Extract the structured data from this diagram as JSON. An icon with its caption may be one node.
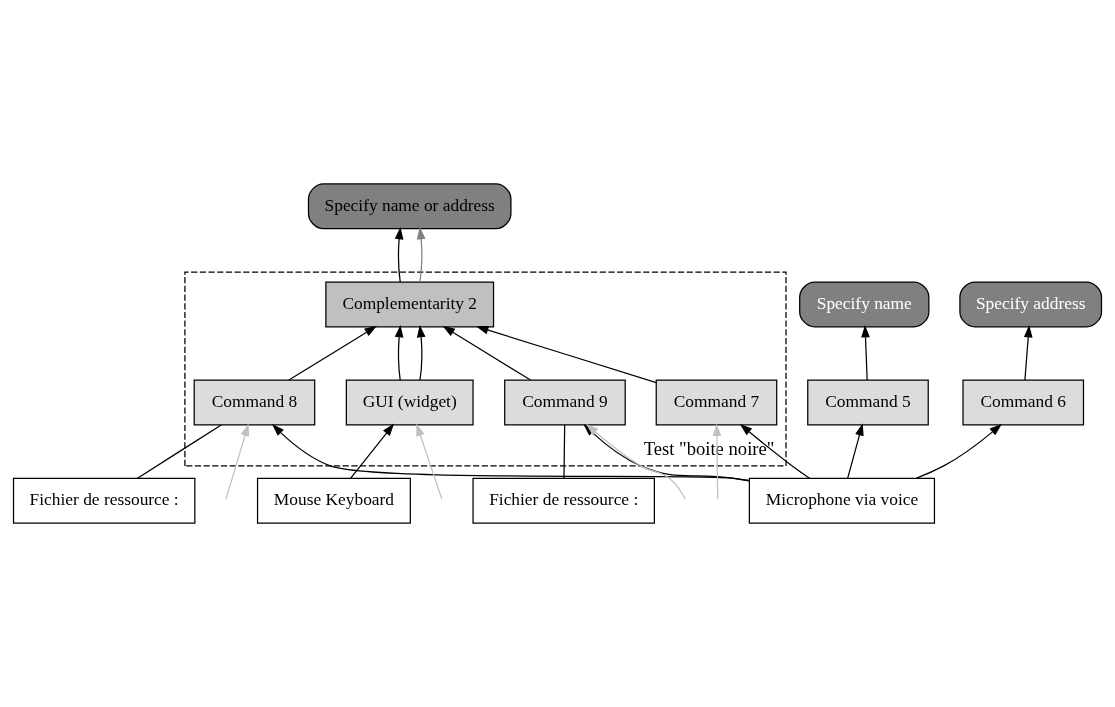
{
  "diagram": {
    "nodes": [
      {
        "text": [
          "Specify name"
        ]
      },
      {
        "text": [
          "Specify address"
        ]
      },
      {
        "text": [
          "Specify name or address"
        ]
      },
      {
        "text": [
          "Test \"boite noire\""
        ]
      },
      {
        "text": [
          "Complementarity 2"
        ],
        "in": 3
      },
      {
        "text": [
          "Command 5"
        ]
      },
      {
        "text": [
          "Command 6"
        ]
      },
      {
        "text": [
          "Command 7"
        ],
        "in": 3
      },
      {
        "text": [
          "Command 8"
        ],
        "in": 3
      },
      {
        "text": [
          "Command 9"
        ],
        "in": 3
      },
      {
        "text": [
          "GUI (widget)"
        ],
        "in": 3
      },
      {
        "text": [
          "Fichier de ressource :"
        ]
      },
      {
        "text": [
          "Fichier de ressource :"
        ]
      },
      {
        "text": [
          "Microphone via voice"
        ]
      },
      {
        "text": [
          "Mouse Keyboard"
        ]
      }
    ],
    "edges": [
      {
        "from": 5,
        "to": 0,
        "arrow": "to"
      },
      {
        "from": 6,
        "to": 1,
        "arrow": "to"
      },
      {
        "from": 4,
        "to": 2,
        "arrow": "to"
      },
      {
        "from": 4,
        "to": 2,
        "arrow": "to",
        "color": "#808080"
      },
      {
        "from": 7,
        "to": 4,
        "arrow": "to"
      },
      {
        "from": 8,
        "to": 4,
        "arrow": "to"
      },
      {
        "from": 9,
        "to": 4,
        "arrow": "to"
      },
      {
        "from": 10,
        "to": 4,
        "arrow": "to"
      },
      {
        "from": 10,
        "to": 4,
        "arrow": "to"
      },
      {
        "from": 13,
        "to": 5,
        "arrow": "to"
      },
      {
        "from": 13,
        "to": 6,
        "arrow": "to"
      },
      {
        "from": 13,
        "to": 7,
        "arrow": "to"
      },
      {
        "from": 13,
        "to": 8,
        "arrow": "to"
      },
      {
        "from": 13,
        "to": 9,
        "arrow": "to"
      },
      {
        "from": 14,
        "to": 10,
        "arrow": "to"
      },
      {
        "from": null,
        "to": 7,
        "arrow": "to",
        "color": "#c0c0c0"
      },
      {
        "from": null,
        "to": 8,
        "arrow": "to",
        "color": "#c0c0c0"
      },
      {
        "from": null,
        "to": 9,
        "arrow": "to",
        "color": "#c0c0c0"
      },
      {
        "from": null,
        "to": 10,
        "arrow": "to",
        "color": "#c0c0c0"
      },
      {
        "from": 11,
        "to": 8,
        "arrow": "none"
      },
      {
        "from": 12,
        "to": 9,
        "arrow": "none"
      }
    ]
  }
}
